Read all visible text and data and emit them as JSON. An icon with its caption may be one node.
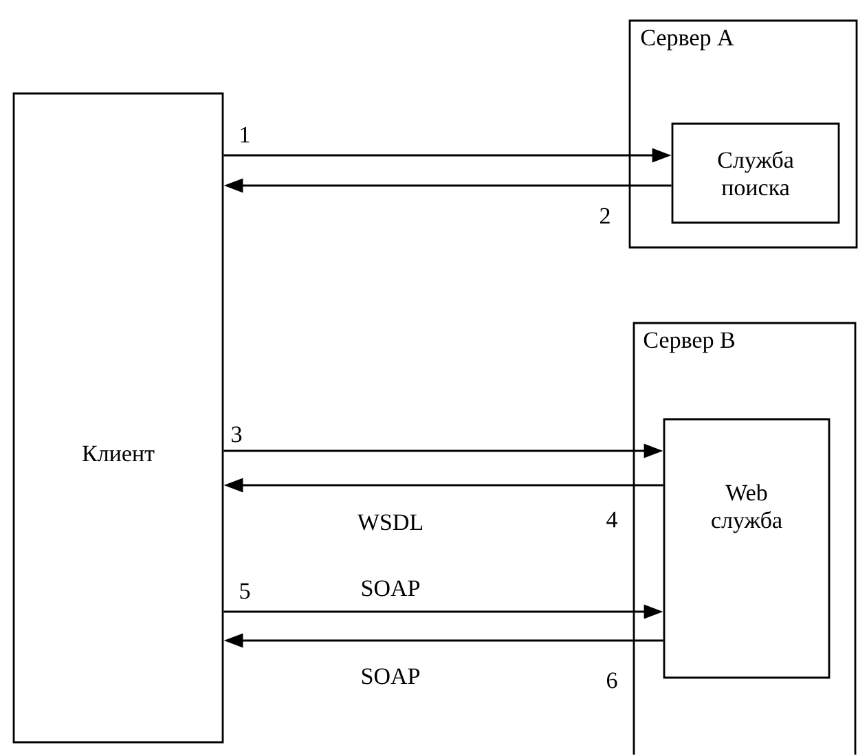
{
  "diagram": {
    "nodes": [
      {
        "text": [
          "Клиент"
        ]
      },
      {
        "text": [
          "Сервер A"
        ]
      },
      {
        "text": [
          "Служба поиска"
        ],
        "in": 1
      },
      {
        "text": [
          "Сервер B"
        ]
      },
      {
        "text": [
          "Web служба"
        ],
        "in": 3
      }
    ],
    "edges": [
      {
        "from": 0,
        "to": 2,
        "arrow": "to",
        "label": "1"
      },
      {
        "from": 2,
        "to": 0,
        "arrow": "to",
        "label": "2"
      },
      {
        "from": 0,
        "to": 4,
        "arrow": "to",
        "label": "3"
      },
      {
        "from": 4,
        "to": 0,
        "arrow": "to",
        "label": "4"
      },
      {
        "from": 0,
        "to": 4,
        "arrow": "to",
        "label": "5"
      },
      {
        "from": 4,
        "to": 0,
        "arrow": "to",
        "label": "6"
      }
    ],
    "labels": [
      "WSDL",
      "SOAP",
      "SOAP"
    ]
  }
}
